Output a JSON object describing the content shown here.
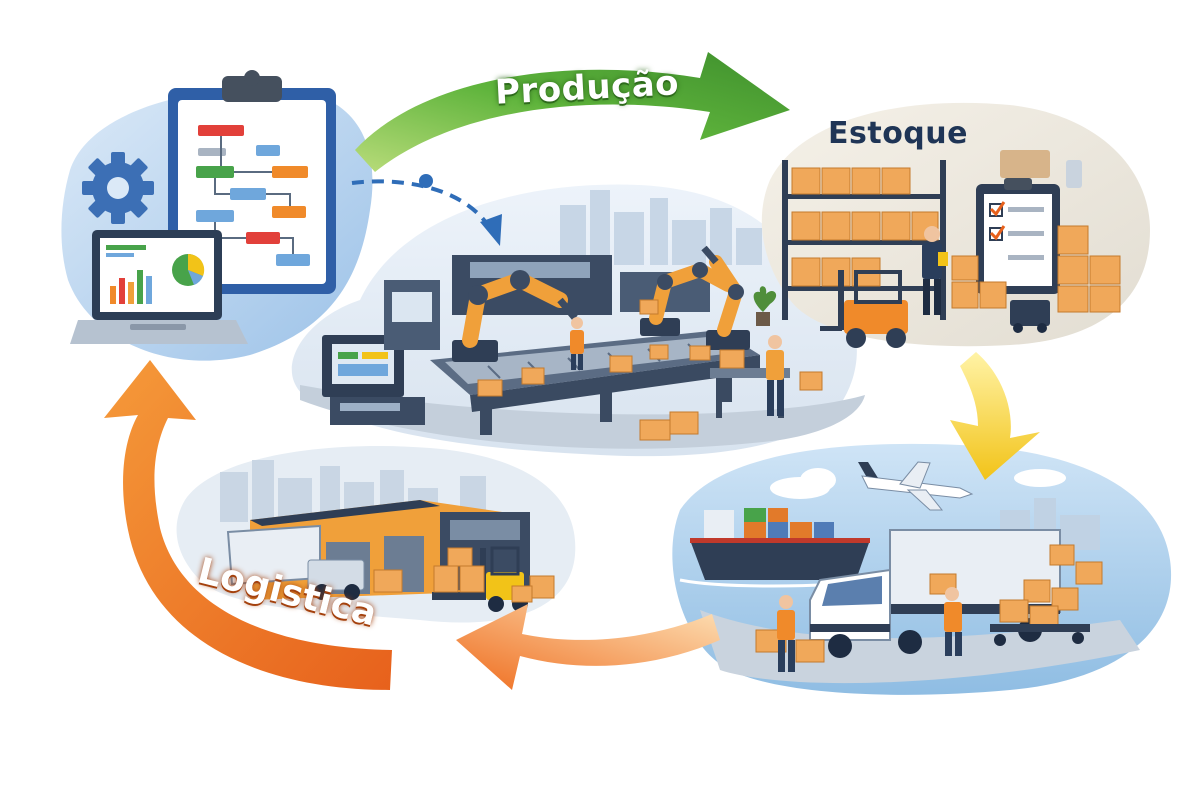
{
  "diagram": {
    "stages": {
      "producao": "Produção",
      "estoque": "Estoque",
      "logistica": "Logistica"
    },
    "colors": {
      "producao_arrow": "#4fa43a",
      "estoque_arrow": "#f2c318",
      "logistica_arrow": "#f07a22",
      "accent_orange": "#f0a03a",
      "navy": "#2a3e5c",
      "sky": "#cfe2f3"
    },
    "icons": [
      "clipboard-flowchart-icon",
      "gear-icon",
      "laptop-dashboard-icon",
      "robot-arm-icon",
      "conveyor-icon",
      "warehouse-shelf-icon",
      "forklift-icon",
      "checklist-icon",
      "airplane-icon",
      "cargo-ship-icon",
      "truck-icon",
      "box-icon",
      "worker-icon"
    ]
  }
}
